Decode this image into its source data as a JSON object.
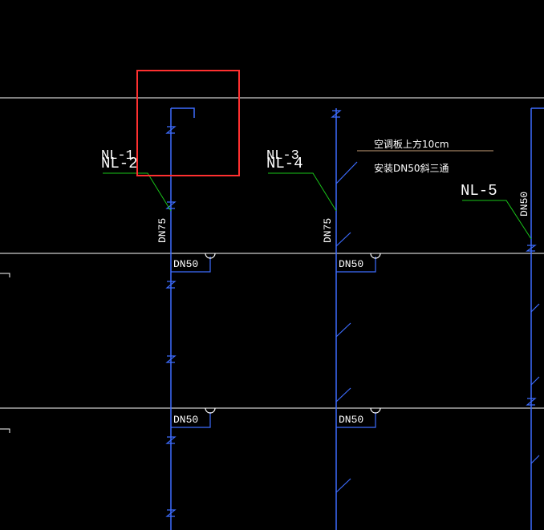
{
  "pipe_labels": {
    "nl_1": "NL-1",
    "nl_2": "NL-2",
    "nl_3": "NL-3",
    "nl_4": "NL-4",
    "nl_5": "NL-5"
  },
  "size_labels": {
    "dn75_a": "DN75",
    "dn75_b": "DN75",
    "dn50_vertical": "DN50",
    "dn50_a": "DN50",
    "dn50_b": "DN50",
    "dn50_c": "DN50",
    "dn50_d": "DN50"
  },
  "notes": {
    "line1": "空调板上方10cm",
    "line2": "安装DN50斜三通"
  },
  "colors": {
    "background": "#000000",
    "floor_line": "#ffffff",
    "pipe": "#3d6cff",
    "leader": "#19c319",
    "note_leader": "#c8a078",
    "highlight": "#ff3030"
  }
}
